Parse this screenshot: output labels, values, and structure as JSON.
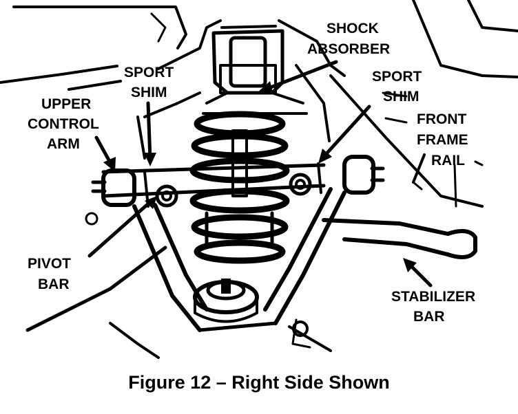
{
  "labels": {
    "shock_absorber_1": "SHOCK",
    "shock_absorber_2": "ABSORBER",
    "sport_shim_left_1": "SPORT",
    "sport_shim_left_2": "SHIM",
    "sport_shim_right_1": "SPORT",
    "sport_shim_right_2": "SHIM",
    "upper_control_arm_1": "UPPER",
    "upper_control_arm_2": "CONTROL",
    "upper_control_arm_3": "ARM",
    "front_frame_rail_1": "FRONT",
    "front_frame_rail_2": "FRAME",
    "front_frame_rail_3": "RAIL",
    "pivot_bar_1": "PIVOT",
    "pivot_bar_2": "BAR",
    "stabilizer_bar_1": "STABILIZER",
    "stabilizer_bar_2": "BAR"
  },
  "caption": "Figure 12 – Right Side Shown"
}
